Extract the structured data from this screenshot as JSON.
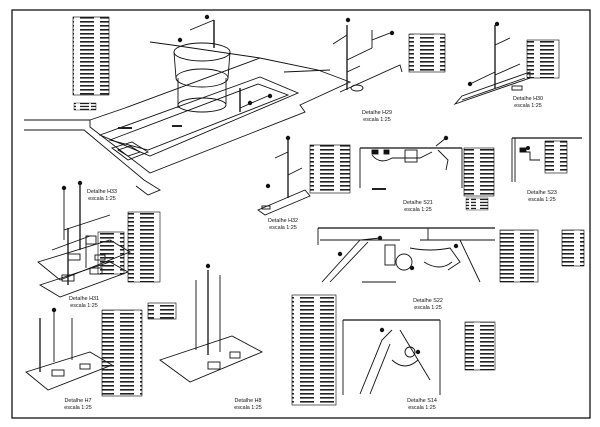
{
  "details": [
    {
      "id": "h29",
      "title": "Detalhe H29",
      "scale": "escala 1:25"
    },
    {
      "id": "h30",
      "title": "Detalhe H30",
      "scale": "escala 1:25"
    },
    {
      "id": "h33",
      "title": "Detalhe H33",
      "scale": "escala 1:25"
    },
    {
      "id": "h32",
      "title": "Detalhe H32",
      "scale": "escala 1:25"
    },
    {
      "id": "s21",
      "title": "Detalhe S21",
      "scale": "escala 1:25"
    },
    {
      "id": "s23",
      "title": "Detalhe S23",
      "scale": "escala 1:25"
    },
    {
      "id": "h31",
      "title": "Detalhe H31",
      "scale": "escala 1:25"
    },
    {
      "id": "s22",
      "title": "Detalhe S22",
      "scale": "escala 1:25"
    },
    {
      "id": "h7",
      "title": "Detalhe H7",
      "scale": "escala 1:25"
    },
    {
      "id": "h8",
      "title": "Detalhe H8",
      "scale": "escala 1:25"
    },
    {
      "id": "s14",
      "title": "Detalhe S14",
      "scale": "escala 1:25"
    }
  ]
}
